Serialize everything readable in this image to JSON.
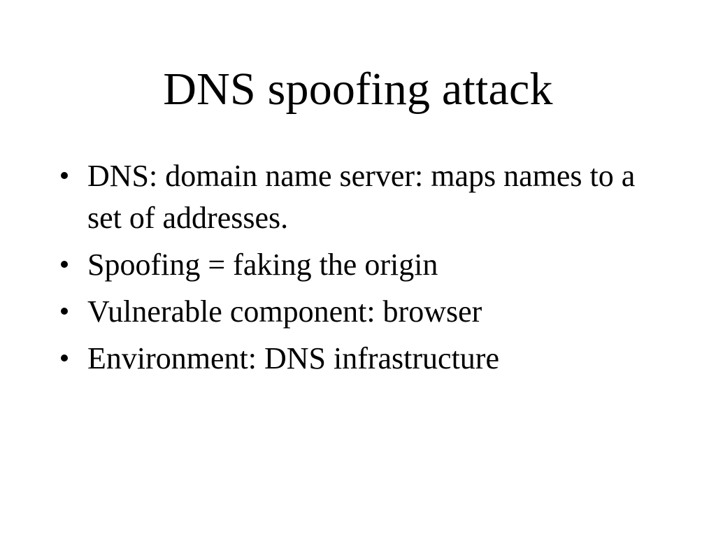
{
  "slide": {
    "background_color": "#ffffff",
    "text_color": "#000000",
    "title": "DNS spoofing attack",
    "bullet_marker": "bullet-dot",
    "bullets": [
      {
        "text": "DNS: domain name server: maps names to a set of addresses."
      },
      {
        "text": "Spoofing = faking the origin"
      },
      {
        "text": "Vulnerable component: browser"
      },
      {
        "text": "Environment: DNS infrastructure"
      }
    ]
  }
}
